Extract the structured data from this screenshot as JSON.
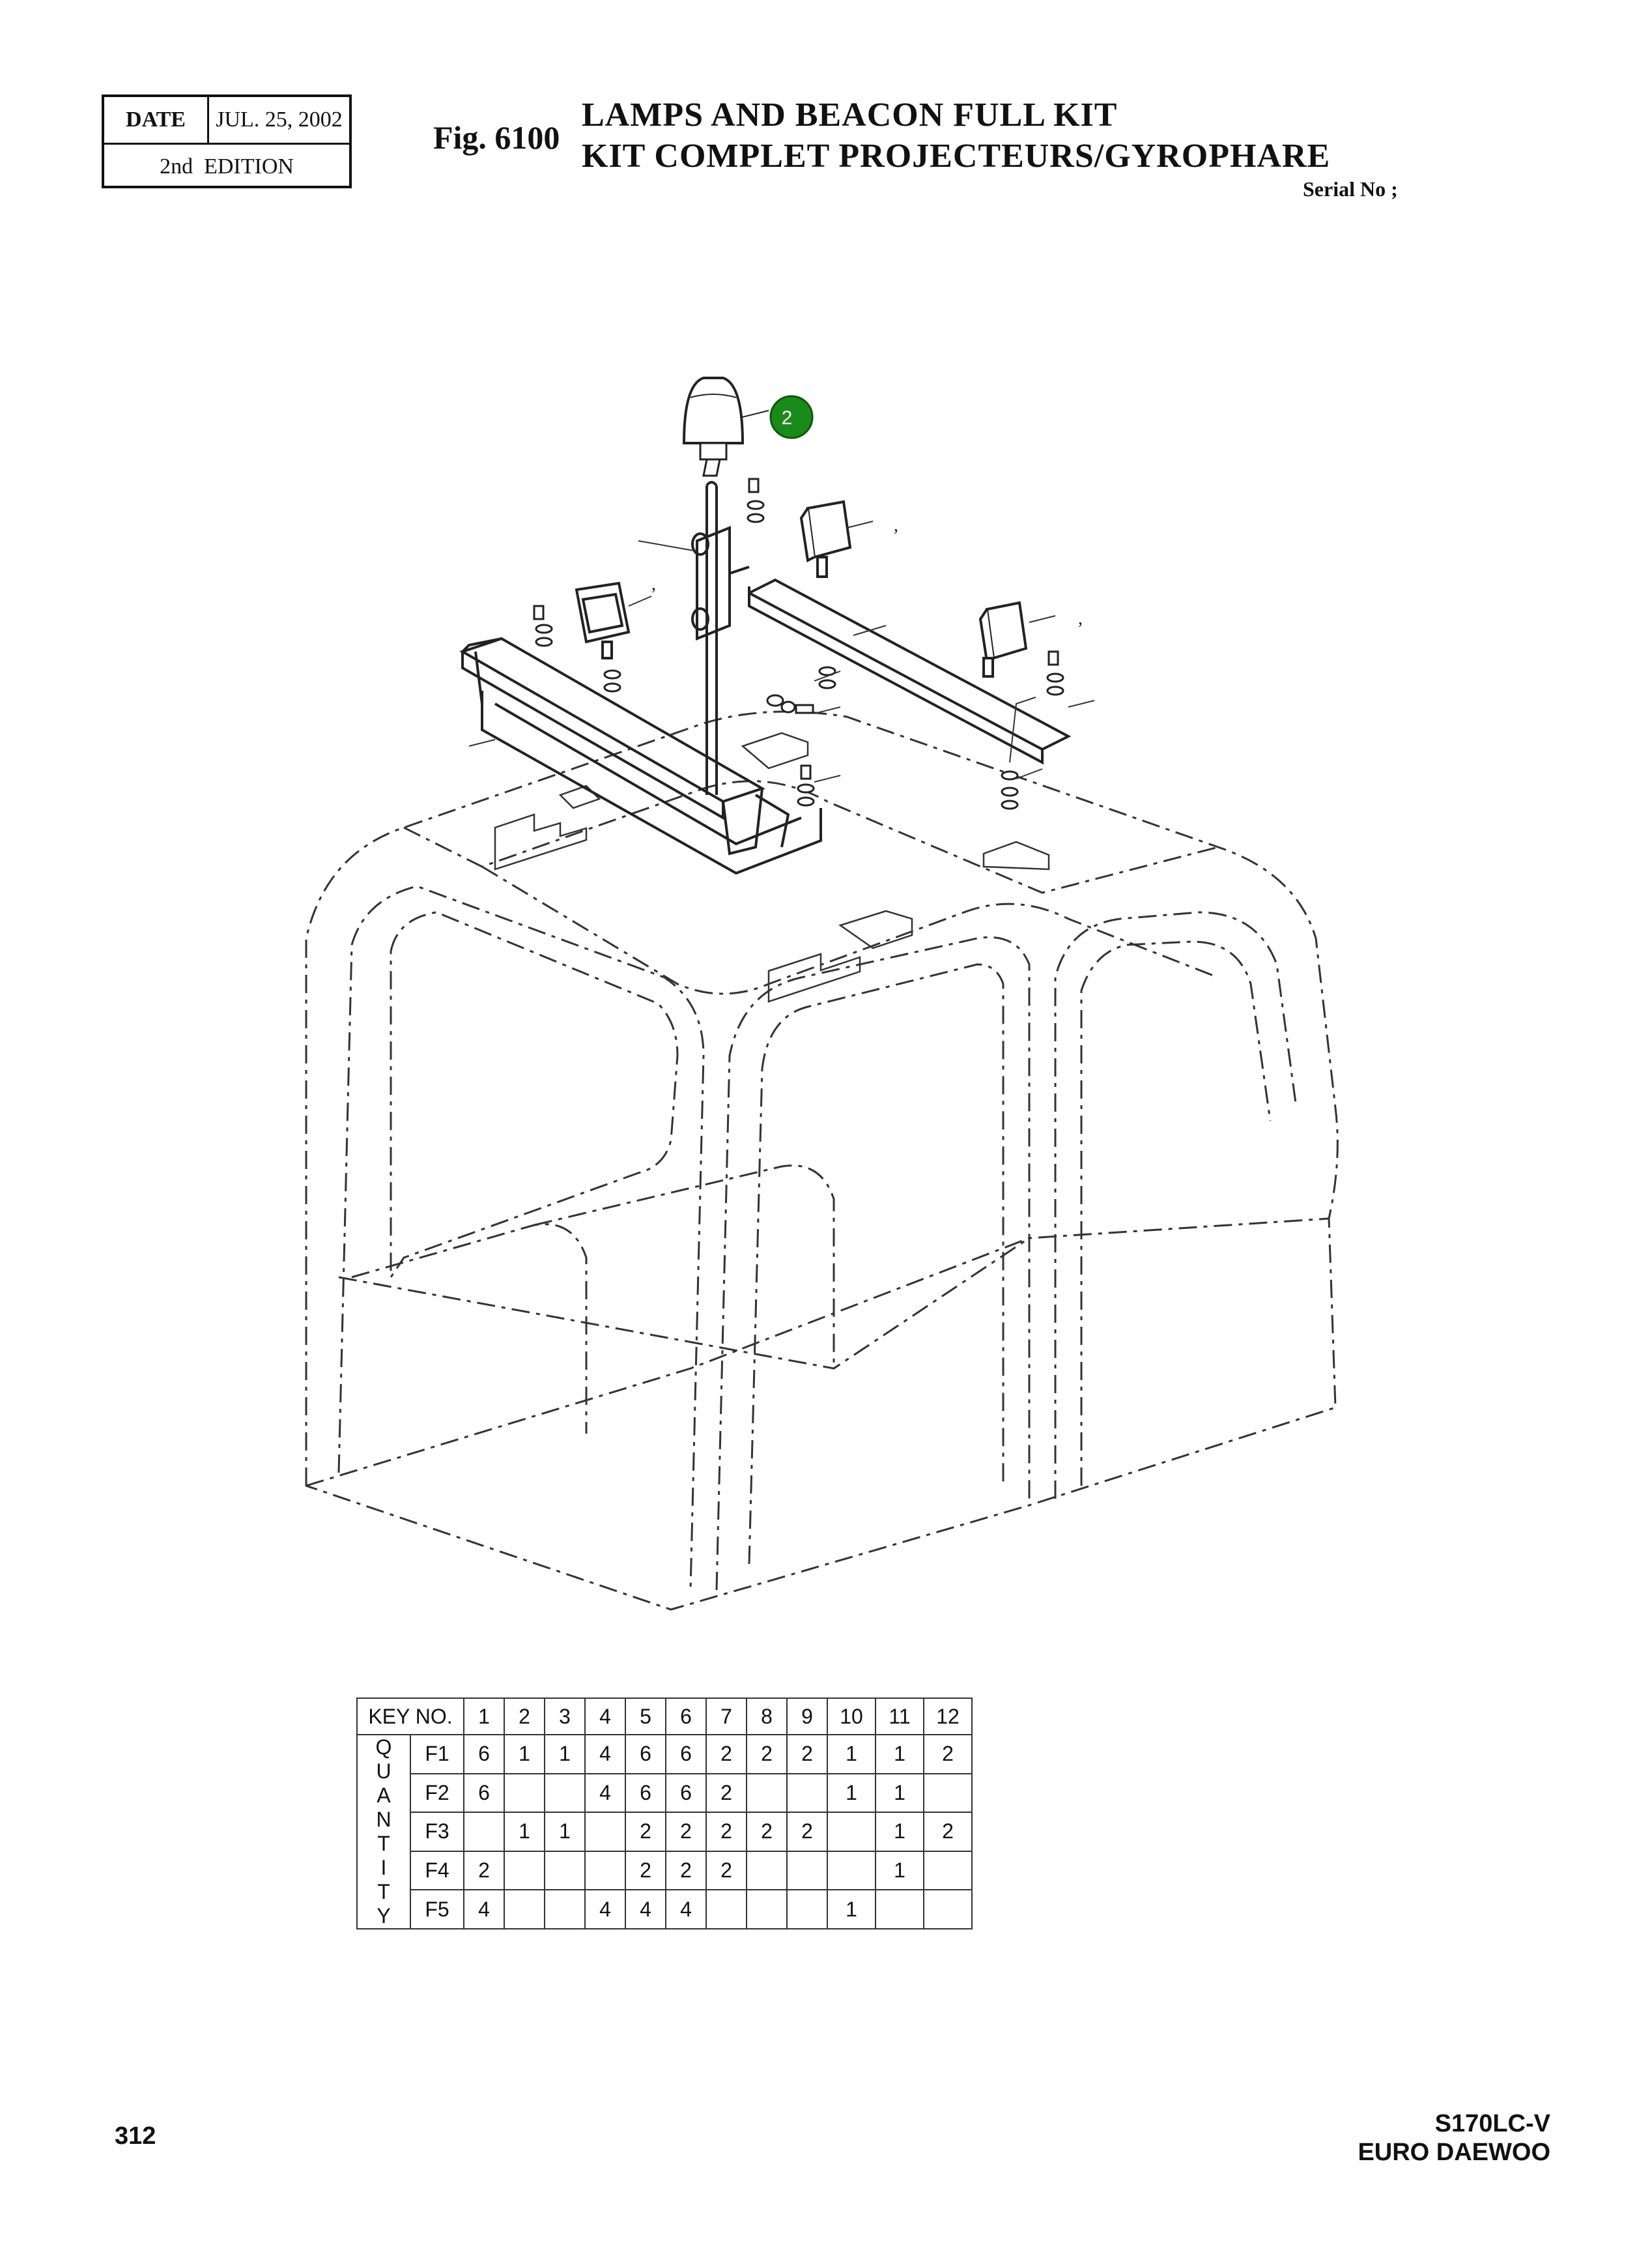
{
  "header": {
    "date_label": "DATE",
    "date_value": "JUL. 25, 2002",
    "edition": "2nd  EDITION",
    "fig_number": "Fig. 6100",
    "title_en": "LAMPS AND BEACON FULL KIT",
    "title_fr": "KIT COMPLET PROJECTEURS/GYROPHARE",
    "serial": "Serial No ;"
  },
  "drawing": {
    "callout_label": "2",
    "callout_color": "#1a8a1a",
    "mark_1": ",",
    "mark_2": ",",
    "mark_3": ","
  },
  "quantity_table": {
    "key_header": "KEY NO.",
    "quantity_label": "Q U A N T I T Y",
    "columns": [
      "1",
      "2",
      "3",
      "4",
      "5",
      "6",
      "7",
      "8",
      "9",
      "10",
      "11",
      "12"
    ],
    "rows": [
      {
        "name": "F1",
        "values": [
          "6",
          "1",
          "1",
          "4",
          "6",
          "6",
          "2",
          "2",
          "2",
          "1",
          "1",
          "2"
        ]
      },
      {
        "name": "F2",
        "values": [
          "6",
          "",
          "",
          "4",
          "6",
          "6",
          "2",
          "",
          "",
          "1",
          "1",
          ""
        ]
      },
      {
        "name": "F3",
        "values": [
          "",
          "1",
          "1",
          "",
          "2",
          "2",
          "2",
          "2",
          "2",
          "",
          "1",
          "2"
        ]
      },
      {
        "name": "F4",
        "values": [
          "2",
          "",
          "",
          "",
          "2",
          "2",
          "2",
          "",
          "",
          "",
          "1",
          ""
        ]
      },
      {
        "name": "F5",
        "values": [
          "4",
          "",
          "",
          "4",
          "4",
          "4",
          "",
          "",
          "",
          "1",
          "",
          ""
        ]
      }
    ]
  },
  "footer": {
    "page_number": "312",
    "model": "S170LC-V",
    "maker": "EURO DAEWOO"
  }
}
